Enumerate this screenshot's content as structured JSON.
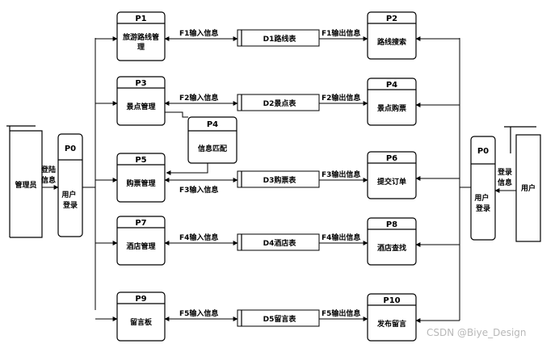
{
  "diagram": {
    "left_entity": {
      "label": "管理员",
      "flow": "登陆信息"
    },
    "right_entity": {
      "label": "用户",
      "flow": "登录信息"
    },
    "login_left": {
      "id": "P0",
      "name": "用户登录"
    },
    "login_right": {
      "id": "P0",
      "name": "用户登录"
    },
    "processes_left": [
      {
        "id": "P1",
        "name": "旅游路线管理",
        "in": "F1输入信息"
      },
      {
        "id": "P3",
        "name": "景点管理",
        "in": "F2输入信息"
      },
      {
        "id": "P5",
        "name": "购票管理",
        "in": "F3输入信息"
      },
      {
        "id": "P7",
        "name": "酒店管理",
        "in": "F4输入信息"
      },
      {
        "id": "P9",
        "name": "留言板",
        "in": "F5输入信息"
      }
    ],
    "stores": [
      {
        "name": "D1路线表"
      },
      {
        "name": "D2景点表"
      },
      {
        "name": "D3购票表"
      },
      {
        "name": "D4酒店表"
      },
      {
        "name": "D5留言表"
      }
    ],
    "processes_right": [
      {
        "id": "P2",
        "name": "路线搜索",
        "out": "F1输出信息"
      },
      {
        "id": "P4",
        "name": "景点购票",
        "out": "F2输出信息"
      },
      {
        "id": "P6",
        "name": "提交订单",
        "out": "F3输出信息"
      },
      {
        "id": "P8",
        "name": "酒店查找",
        "out": "F4输出信息"
      },
      {
        "id": "P10",
        "name": "发布留言",
        "out": "F5输出信息"
      }
    ],
    "match": {
      "id": "P4",
      "name": "信息匹配"
    },
    "watermark": "CSDN @Biye_Design"
  }
}
